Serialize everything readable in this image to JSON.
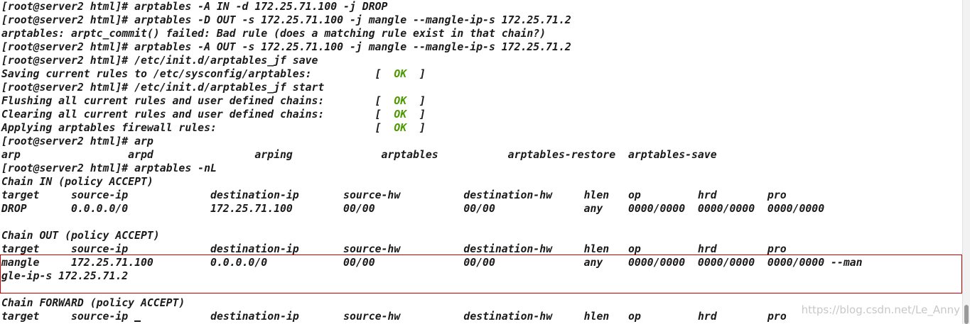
{
  "terminal": {
    "lines": [
      "[root@server2 html]# arptables -A IN -d 172.25.71.100 -j DROP",
      "[root@server2 html]# arptables -D OUT -s 172.25.71.100 -j mangle --mangle-ip-s 172.25.71.2",
      "arptables: arptc_commit() failed: Bad rule (does a matching rule exist in that chain?)",
      "[root@server2 html]# arptables -A OUT -s 172.25.71.100 -j mangle --mangle-ip-s 172.25.71.2",
      "[root@server2 html]# /etc/init.d/arptables_jf save",
      "[root@server2 html]# /etc/init.d/arptables_jf start",
      "[root@server2 html]# arp",
      "arp                 arpd                arping              arptables           arptables-restore  arptables-save",
      "[root@server2 html]# arptables -nL",
      "Chain IN (policy ACCEPT)",
      "target     source-ip             destination-ip       source-hw          destination-hw     hlen   op         hrd        pro",
      "DROP       0.0.0.0/0             172.25.71.100        00/00              00/00              any    0000/0000  0000/0000  0000/0000",
      "",
      "Chain OUT (policy ACCEPT)",
      "target     source-ip             destination-ip       source-hw          destination-hw     hlen   op         hrd        pro",
      "mangle     172.25.71.100         0.0.0.0/0            00/00              00/00              any    0000/0000  0000/0000  0000/0000 --man",
      "gle-ip-s 172.25.71.2",
      "",
      "Chain FORWARD (policy ACCEPT)",
      "target     source-ip "
    ],
    "status_lines": [
      {
        "label": "Saving current rules to /etc/sysconfig/arptables:",
        "open": "[  ",
        "status": "OK",
        "close": "  ]"
      },
      {
        "label": "Flushing all current rules and user defined chains:",
        "open": "[  ",
        "status": "OK",
        "close": "  ]"
      },
      {
        "label": "Clearing all current rules and user defined chains:",
        "open": "[  ",
        "status": "OK",
        "close": "  ]"
      },
      {
        "label": "Applying arptables firewall rules:",
        "open": "[  ",
        "status": "OK",
        "close": "  ]"
      }
    ],
    "last_line_rest": "           destination-ip       source-hw          destination-hw     hlen   op         hrd        pro",
    "ok_color": "#4d9a00",
    "highlight_color": "#cc0000"
  },
  "watermark": "https://blog.csdn.net/Le_Anny"
}
